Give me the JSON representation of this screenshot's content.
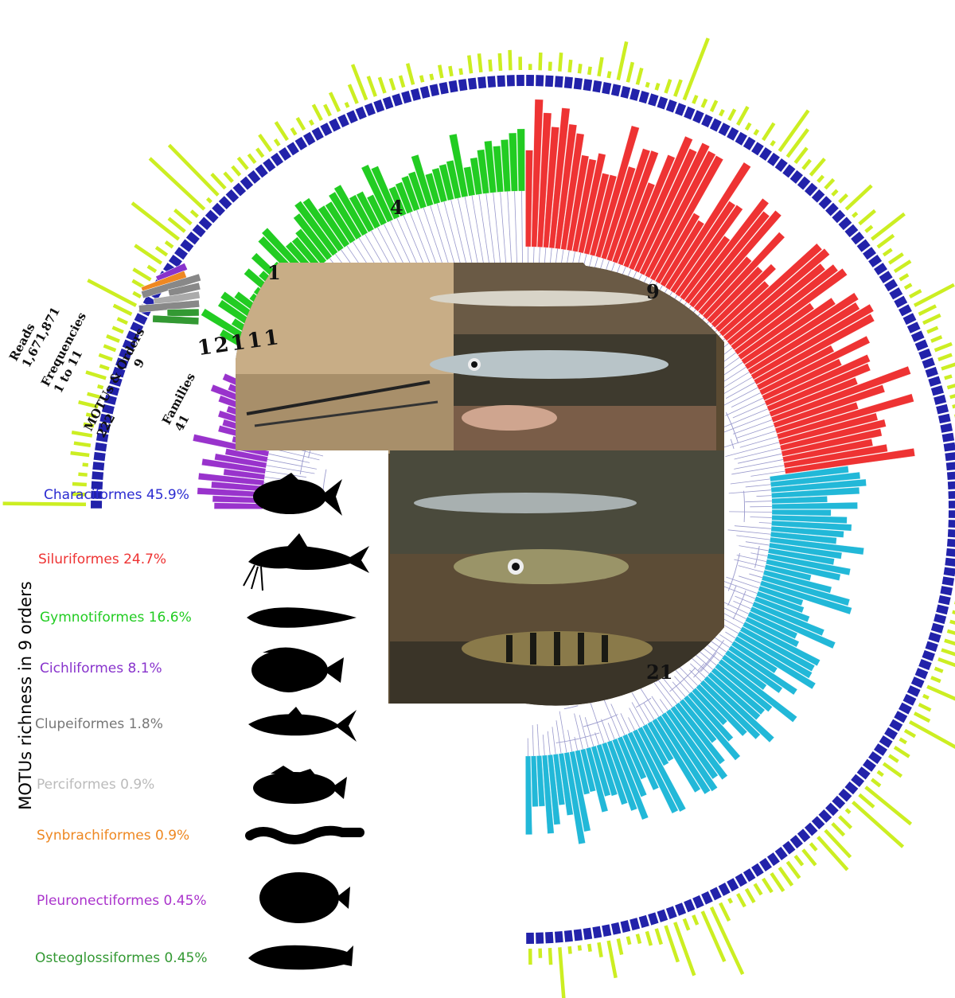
{
  "richness_title": "MOTUs richness in 9 orders",
  "stats": {
    "reads_label": "Reads",
    "reads_value": "1,671,871",
    "freq_label": "Frequencies",
    "freq_value": "1 to 11",
    "motus_label": "MOTUs & Orders",
    "motus_value": "222",
    "orders_value": "9",
    "families_label": "Families",
    "families_value": "41"
  },
  "clade_counts": {
    "gymnotiformes": "4",
    "siluriformes": "9",
    "cichliformes": "1",
    "characiformes": "21",
    "small_orders": "12111"
  },
  "orders": [
    {
      "label": "Characiformes 45.9%",
      "color": "#2b2bd1",
      "silhouette": "characin-fish-silhouette"
    },
    {
      "label": "Siluriformes 24.7%",
      "color": "#ee3333",
      "silhouette": "catfish-silhouette"
    },
    {
      "label": "Gymnotiformes 16.6%",
      "color": "#22cc22",
      "silhouette": "knifefish-silhouette"
    },
    {
      "label": "Cichliformes 8.1%",
      "color": "#8833cc",
      "silhouette": "cichlid-silhouette"
    },
    {
      "label": "Clupeiformes 1.8%",
      "color": "#777777",
      "silhouette": "herring-silhouette"
    },
    {
      "label": "Perciformes 0.9%",
      "color": "#bbbbbb",
      "silhouette": "perch-silhouette"
    },
    {
      "label": "Synbrachiformes 0.9%",
      "color": "#ee8822",
      "silhouette": "swamp-eel-silhouette"
    },
    {
      "label": "Pleuronectiformes 0.45%",
      "color": "#aa33cc",
      "silhouette": "flatfish-silhouette"
    },
    {
      "label": "Osteoglossiformes 0.45%",
      "color": "#339933",
      "silhouette": "arowana-silhouette"
    }
  ],
  "colors": {
    "reads_ring": "#ccee22",
    "frequency_ring": "#2222aa",
    "tree_lines": "#9999cc",
    "characiformes_bars": "#22b8d8",
    "siluriformes_bars": "#ee3333",
    "gymnotiformes_bars": "#22cc22",
    "cichliformes_bars": "#9933cc"
  }
}
